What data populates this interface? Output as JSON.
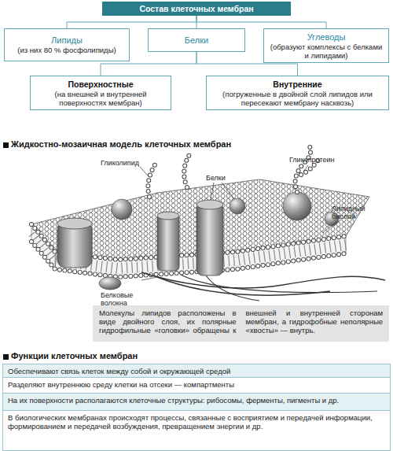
{
  "diagram": {
    "nodes": [
      {
        "text": [
          "Состав клеточных мембран"
        ]
      },
      {
        "text": [
          "Липиды",
          "(из них 80 % фосфолипиды)"
        ]
      },
      {
        "text": [
          "Белки"
        ]
      },
      {
        "text": [
          "Углеводы",
          "(образуют комплексы с белками и липидами)"
        ]
      },
      {
        "text": [
          "Поверхностные",
          "(на внешней и внутренней поверхностях мембран)"
        ]
      },
      {
        "text": [
          "Внутренние",
          "(погруженные в двойной слой липидов или пересекают мембрану насквозь)"
        ]
      },
      {
        "text": [
          "Молекулы липидов расположены в виде двойного слоя, их полярные гидрофильные «головки» обращены к внешней и внутренней сторонам мембран, а гидрофобные неполярные «хвосты» — внутрь."
        ]
      }
    ],
    "edges": [
      {
        "from": 0,
        "to": 1,
        "arrow": "none"
      },
      {
        "from": 0,
        "to": 2,
        "arrow": "none"
      },
      {
        "from": 0,
        "to": 3,
        "arrow": "none"
      },
      {
        "from": 2,
        "to": 4,
        "arrow": "none"
      },
      {
        "from": 2,
        "to": 5,
        "arrow": "none"
      }
    ],
    "labels": [
      "Жидкостно-мозаичная модель клеточных мембран",
      "Гликолипид",
      "Гликопротеин",
      "Белки",
      "Липидный бислой",
      "Белковые волокна",
      "Функции клеточных мембран",
      "Обеспечивают связь клеток между собой и окружающей средой",
      "Разделяют внутреннюю среду клетки на отсеки — компартменты",
      "На их поверхности располагаются клеточные структуры: рибосомы, ферменты, пигменты и др.",
      "В биологических мембранах происходят процессы, связанные с восприятием и передачей информации, формированием и передачей возбуждения, превращением энергии и др."
    ]
  }
}
